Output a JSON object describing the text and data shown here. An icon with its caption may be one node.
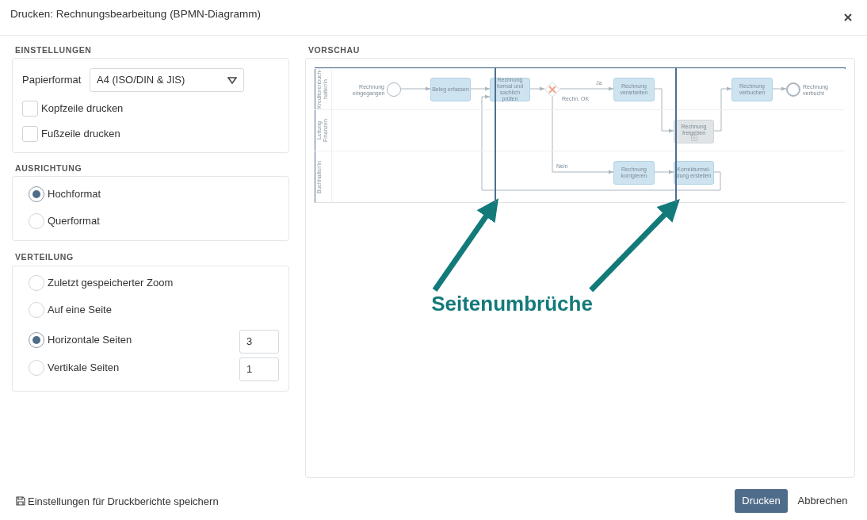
{
  "diagram": {
    "title": "Drucken: Rechnungsbearbeitung (BPMN-Diagramm)",
    "nodes": [
      {
        "text": [
          "Kreditorenbuch- halter/in"
        ]
      },
      {
        "text": [
          "Leitung Finanzen"
        ]
      },
      {
        "text": [
          "Buchhalter/in"
        ]
      },
      {
        "text": [],
        "shape": "circle",
        "in": 0,
        "beside": [
          "Rechnung eingegangen"
        ]
      },
      {
        "text": [
          "Beleg erfassen"
        ],
        "in": 0
      },
      {
        "text": [
          "Rechnung formal und sachlich prüfen"
        ],
        "in": 0
      },
      {
        "text": [],
        "shape": "diamond",
        "in": 0,
        "beside": [
          "Rechn. OK"
        ]
      },
      {
        "text": [
          "Rechnung verarbeiten"
        ],
        "in": 0
      },
      {
        "text": [
          "Rechnung freigeben"
        ],
        "in": 1
      },
      {
        "text": [
          "Rechnung verbuchen"
        ],
        "in": 0
      },
      {
        "text": [],
        "shape": "circle",
        "in": 0,
        "beside": [
          "Rechnung verbucht"
        ]
      },
      {
        "text": [
          "Rechnung korrigieren"
        ],
        "in": 2
      },
      {
        "text": [
          "Korrekturmel- dung erstellen"
        ],
        "in": 2
      },
      {
        "text": [
          "Seitenumbrüche"
        ]
      },
      {
        "text": [],
        "shape": "line"
      },
      {
        "text": [],
        "shape": "line"
      }
    ],
    "edges": [
      {
        "from": 3,
        "to": 4,
        "arrow": "to"
      },
      {
        "from": 4,
        "to": 5,
        "arrow": "to"
      },
      {
        "from": 5,
        "to": 6,
        "arrow": "to"
      },
      {
        "from": 6,
        "to": 7,
        "arrow": "to",
        "label": "Ja"
      },
      {
        "from": 6,
        "to": 11,
        "arrow": "to",
        "label": "Nein"
      },
      {
        "from": 7,
        "to": 8,
        "arrow": "to"
      },
      {
        "from": 8,
        "to": 9,
        "arrow": "to"
      },
      {
        "from": 9,
        "to": 10,
        "arrow": "to"
      },
      {
        "from": 11,
        "to": 12,
        "arrow": "to"
      },
      {
        "from": 12,
        "to": 5,
        "arrow": "to"
      },
      {
        "from": 13,
        "to": 14,
        "arrow": "to",
        "style": "thick",
        "color": "#137a7a"
      },
      {
        "from": 13,
        "to": 15,
        "arrow": "to",
        "style": "thick",
        "color": "#137a7a"
      }
    ],
    "labels": [
      "EINSTELLUNGEN",
      "VORSCHAU",
      "Papierformat",
      "A4 (ISO/DIN & JIS)",
      "Kopfzeile drucken",
      "Fußzeile drucken",
      "AUSRICHTUNG",
      "Hochformat",
      "Querformat",
      "VERTEILUNG",
      "Zuletzt gespeicherter Zoom",
      "Auf eine Seite",
      "Horizontale Seiten",
      "3",
      "Vertikale Seiten",
      "1",
      "Einstellungen für Druckberichte speichern",
      "Drucken",
      "Abbrechen"
    ]
  }
}
